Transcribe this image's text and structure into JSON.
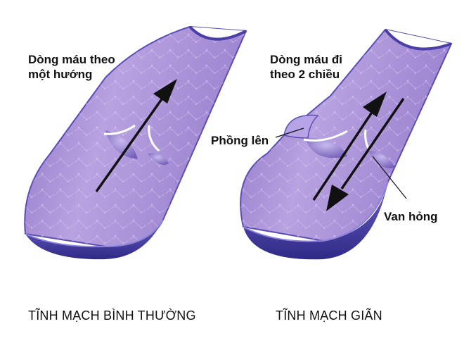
{
  "panels": {
    "normal": {
      "flow_label_line1": "Dòng máu theo",
      "flow_label_line2": "một hướng",
      "caption": "TĨNH MẠCH BÌNH THƯỜNG"
    },
    "varicose": {
      "flow_label_line1": "Dòng máu đi",
      "flow_label_line2": "theo 2 chiều",
      "bulge_label": "Phồng lên",
      "valve_label": "Van hỏng",
      "caption": "TĨNH MẠCH GIÃN"
    }
  },
  "colors": {
    "vein_fill": "#a98fd6",
    "vein_wall": "#4a3fa6",
    "valve": "#ffffff",
    "arrow": "#111111",
    "text": "#111111"
  }
}
